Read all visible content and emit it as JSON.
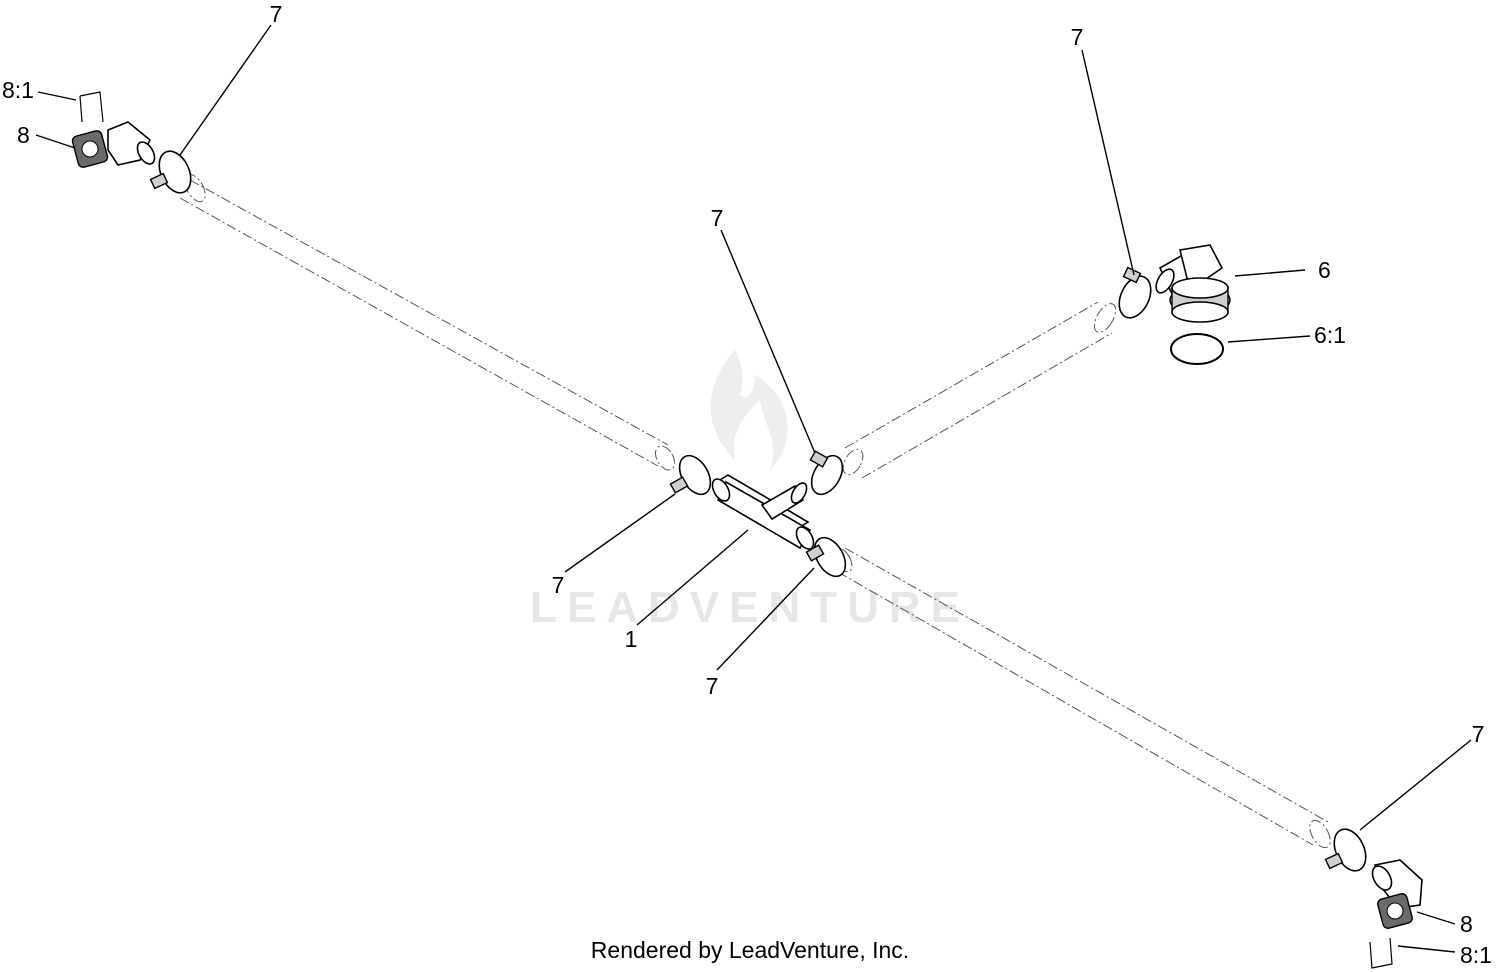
{
  "watermark": {
    "brand_text": "LEADVENTURE"
  },
  "callouts": {
    "top_left_clamp": "7",
    "top_left_clip": "8:1",
    "top_left_elbow": "8",
    "top_right_clamp": "7",
    "center_upper_clamp": "7",
    "valve": "6",
    "valve_oring": "6:1",
    "center_left_clamp": "7",
    "tee_fitting": "1",
    "center_lower_clamp": "7",
    "bottom_right_clamp": "7",
    "bottom_right_elbow": "8",
    "bottom_right_clip": "8:1"
  },
  "footer": {
    "credit": "Rendered by LeadVenture, Inc."
  }
}
